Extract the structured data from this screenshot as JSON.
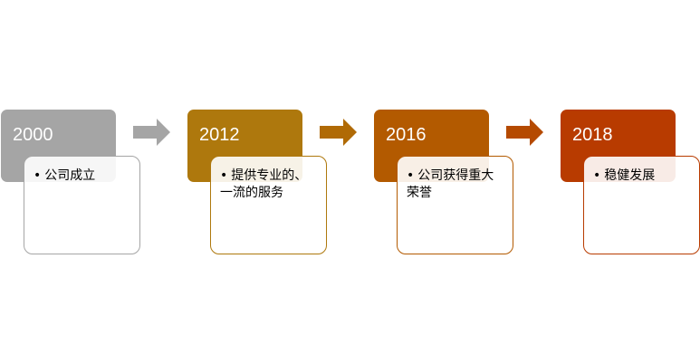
{
  "steps": [
    {
      "year": "2000",
      "text": "公司成立",
      "color": "#a5a5a5"
    },
    {
      "year": "2012",
      "text": "提供专业的、一流的服务",
      "color": "#ae780d"
    },
    {
      "year": "2016",
      "text": "公司获得重大荣誉",
      "color": "#b35a00"
    },
    {
      "year": "2018",
      "text": "稳健发展",
      "color": "#b83b00"
    }
  ],
  "arrows": [
    "#a5a5a5",
    "#b06a05",
    "#b54a00"
  ]
}
